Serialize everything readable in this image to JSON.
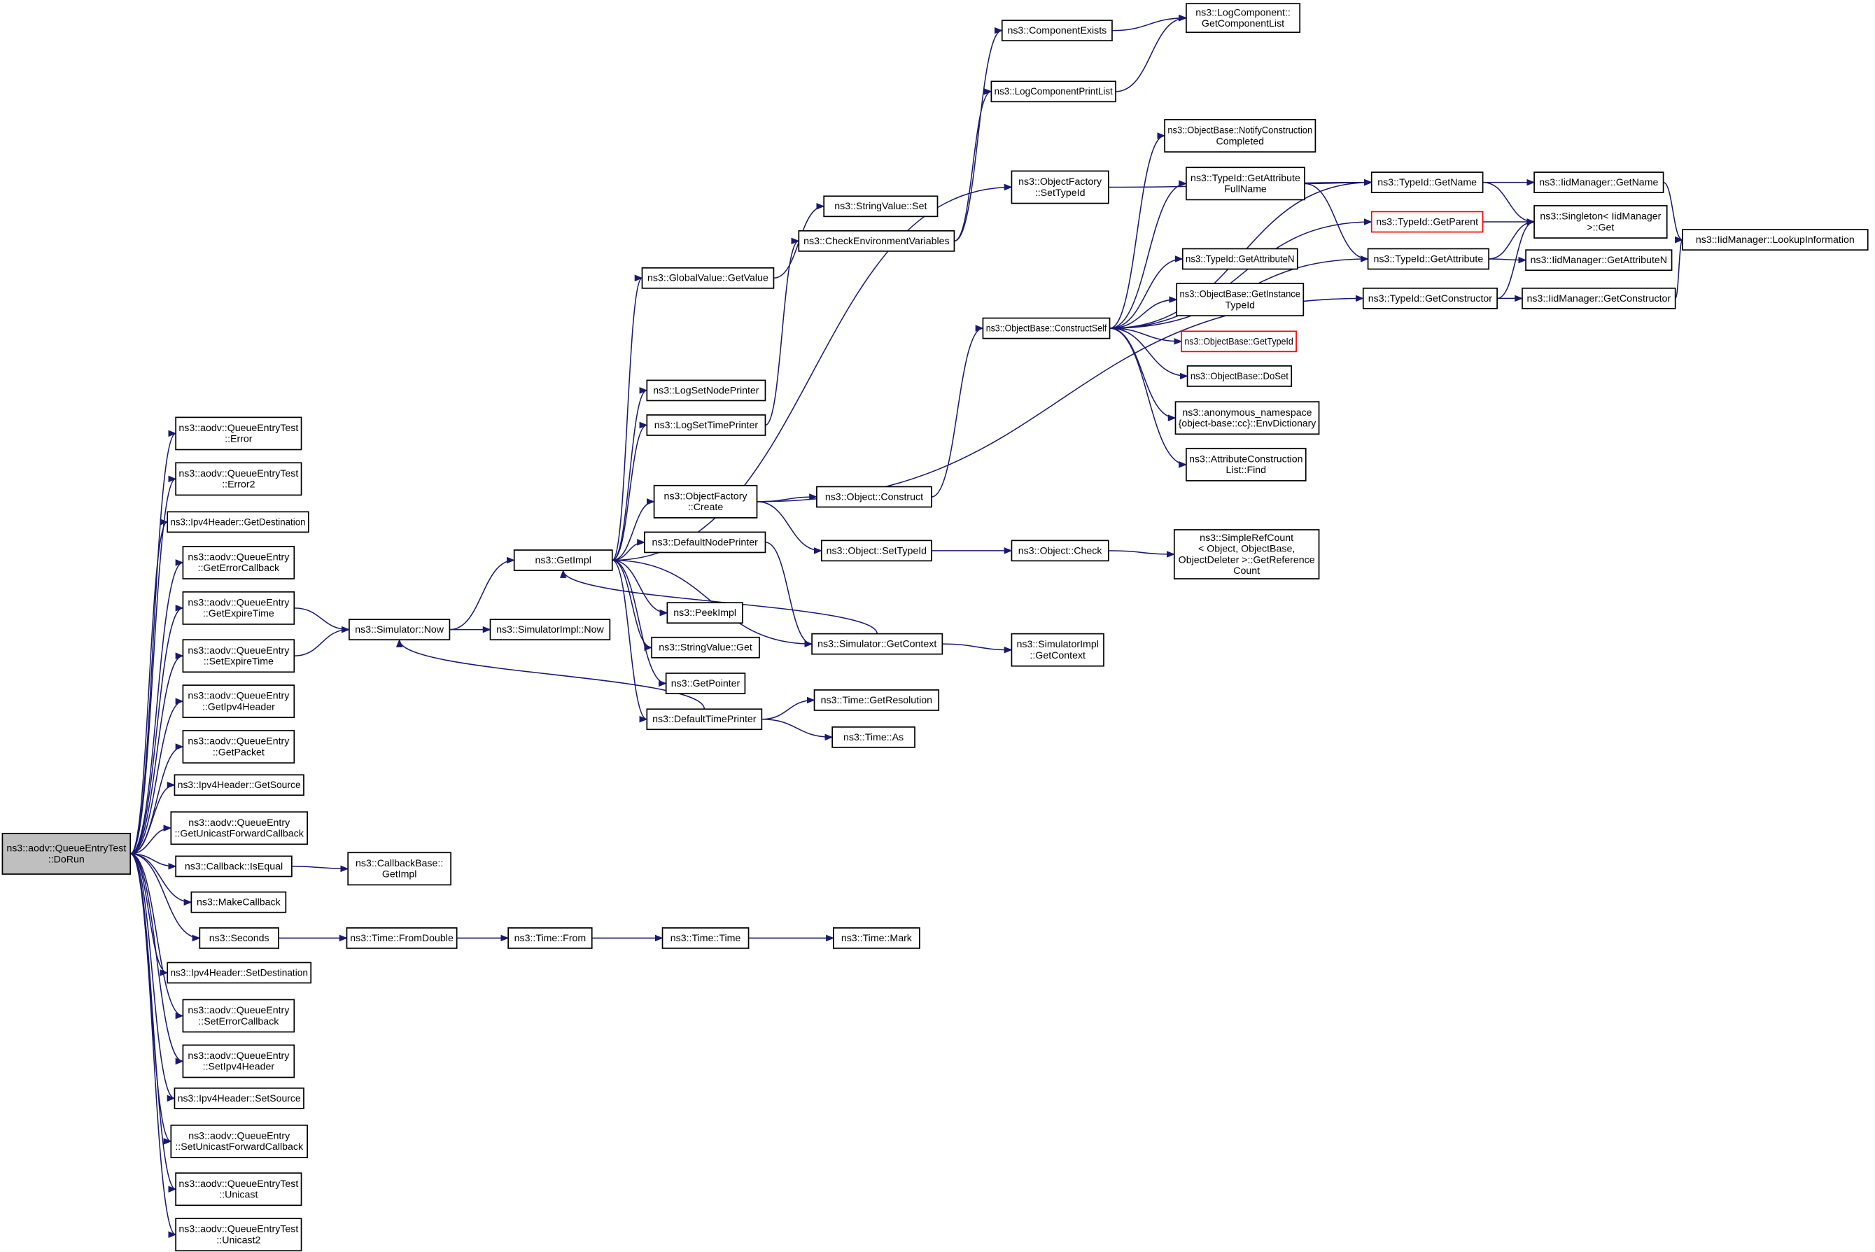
{
  "colors": {
    "edge": "#191970",
    "default_border": "#000000",
    "highlight_border": "#ff0000",
    "root_fill": "#bfbfbf",
    "node_fill": "#ffffff"
  },
  "nodes": [
    {
      "id": "dorun",
      "lines": [
        "ns3::aodv::QueueEntryTest",
        "::DoRun"
      ],
      "fill": "#bfbfbf"
    },
    {
      "id": "error",
      "lines": [
        "ns3::aodv::QueueEntryTest",
        "::Error"
      ]
    },
    {
      "id": "error2",
      "lines": [
        "ns3::aodv::QueueEntryTest",
        "::Error2"
      ]
    },
    {
      "id": "ipv4getdest",
      "lines": [
        "ns3::Ipv4Header::GetDestination"
      ]
    },
    {
      "id": "geterrcb",
      "lines": [
        "ns3::aodv::QueueEntry",
        "::GetErrorCallback"
      ]
    },
    {
      "id": "getexpire",
      "lines": [
        "ns3::aodv::QueueEntry",
        "::GetExpireTime"
      ]
    },
    {
      "id": "setexpire",
      "lines": [
        "ns3::aodv::QueueEntry",
        "::SetExpireTime"
      ]
    },
    {
      "id": "getipv4hdr",
      "lines": [
        "ns3::aodv::QueueEntry",
        "::GetIpv4Header"
      ]
    },
    {
      "id": "getpacket",
      "lines": [
        "ns3::aodv::QueueEntry",
        "::GetPacket"
      ]
    },
    {
      "id": "ipv4getsrc",
      "lines": [
        "ns3::Ipv4Header::GetSource"
      ]
    },
    {
      "id": "getucfcb",
      "lines": [
        "ns3::aodv::QueueEntry",
        "::GetUnicastForwardCallback"
      ]
    },
    {
      "id": "isequal",
      "lines": [
        "ns3::Callback::IsEqual"
      ]
    },
    {
      "id": "makecb",
      "lines": [
        "ns3::MakeCallback"
      ]
    },
    {
      "id": "seconds",
      "lines": [
        "ns3::Seconds"
      ]
    },
    {
      "id": "ipv4setdest",
      "lines": [
        "ns3::Ipv4Header::SetDestination"
      ]
    },
    {
      "id": "seterrcb",
      "lines": [
        "ns3::aodv::QueueEntry",
        "::SetErrorCallback"
      ]
    },
    {
      "id": "setipv4hdr",
      "lines": [
        "ns3::aodv::QueueEntry",
        "::SetIpv4Header"
      ]
    },
    {
      "id": "ipv4setsrc",
      "lines": [
        "ns3::Ipv4Header::SetSource"
      ]
    },
    {
      "id": "setucfcb",
      "lines": [
        "ns3::aodv::QueueEntry",
        "::SetUnicastForwardCallback"
      ]
    },
    {
      "id": "unicast",
      "lines": [
        "ns3::aodv::QueueEntryTest",
        "::Unicast"
      ]
    },
    {
      "id": "unicast2",
      "lines": [
        "ns3::aodv::QueueEntryTest",
        "::Unicast2"
      ]
    },
    {
      "id": "simnow",
      "lines": [
        "ns3::Simulator::Now"
      ]
    },
    {
      "id": "simimplnow",
      "lines": [
        "ns3::SimulatorImpl::Now"
      ]
    },
    {
      "id": "cbbaseimpl",
      "lines": [
        "ns3::CallbackBase::",
        "GetImpl"
      ]
    },
    {
      "id": "fromdouble",
      "lines": [
        "ns3::Time::FromDouble"
      ]
    },
    {
      "id": "timefrom",
      "lines": [
        "ns3::Time::From"
      ]
    },
    {
      "id": "timetime",
      "lines": [
        "ns3::Time::Time"
      ]
    },
    {
      "id": "timemark",
      "lines": [
        "ns3::Time::Mark"
      ]
    },
    {
      "id": "getimpl",
      "lines": [
        "ns3::GetImpl"
      ]
    },
    {
      "id": "gvgetvalue",
      "lines": [
        "ns3::GlobalValue::GetValue"
      ]
    },
    {
      "id": "lognodeprinter",
      "lines": [
        "ns3::LogSetNodePrinter"
      ]
    },
    {
      "id": "logtimeprinter",
      "lines": [
        "ns3::LogSetTimePrinter"
      ]
    },
    {
      "id": "ofcreate",
      "lines": [
        "ns3::ObjectFactory",
        "::Create"
      ]
    },
    {
      "id": "defnodeprinter",
      "lines": [
        "ns3::DefaultNodePrinter"
      ]
    },
    {
      "id": "peekimpl",
      "lines": [
        "ns3::PeekImpl"
      ]
    },
    {
      "id": "svget",
      "lines": [
        "ns3::StringValue::Get"
      ]
    },
    {
      "id": "getpointer",
      "lines": [
        "ns3::GetPointer"
      ]
    },
    {
      "id": "deftimeprinter",
      "lines": [
        "ns3::DefaultTimePrinter"
      ]
    },
    {
      "id": "svset",
      "lines": [
        "ns3::StringValue::Set"
      ]
    },
    {
      "id": "checkenv",
      "lines": [
        "ns3::CheckEnvironmentVariables"
      ]
    },
    {
      "id": "objconstruct",
      "lines": [
        "ns3::Object::Construct"
      ]
    },
    {
      "id": "objsettypeid",
      "lines": [
        "ns3::Object::SetTypeId"
      ]
    },
    {
      "id": "simgetctx",
      "lines": [
        "ns3::Simulator::GetContext"
      ]
    },
    {
      "id": "timegetres",
      "lines": [
        "ns3::Time::GetResolution"
      ]
    },
    {
      "id": "timeas",
      "lines": [
        "ns3::Time::As"
      ]
    },
    {
      "id": "compexists",
      "lines": [
        "ns3::ComponentExists"
      ]
    },
    {
      "id": "logcompprint",
      "lines": [
        "ns3::LogComponentPrintList"
      ]
    },
    {
      "id": "ofsettypeid",
      "lines": [
        "ns3::ObjectFactory",
        "::SetTypeId"
      ]
    },
    {
      "id": "constructself",
      "lines": [
        "ns3::ObjectBase::ConstructSelf"
      ]
    },
    {
      "id": "objcheck",
      "lines": [
        "ns3::Object::Check"
      ]
    },
    {
      "id": "simplerefcount",
      "lines": [
        "ns3::SimpleRefCount",
        "< Object, ObjectBase,",
        "ObjectDeleter >::GetReference",
        "Count"
      ]
    },
    {
      "id": "simimplgetctx",
      "lines": [
        "ns3::SimulatorImpl",
        "::GetContext"
      ]
    },
    {
      "id": "getcomplist",
      "lines": [
        "ns3::LogComponent::",
        "GetComponentList"
      ]
    },
    {
      "id": "notifycc",
      "lines": [
        "ns3::ObjectBase::NotifyConstruction",
        "Completed"
      ]
    },
    {
      "id": "getattrfullname",
      "lines": [
        "ns3::TypeId::GetAttribute",
        "FullName"
      ]
    },
    {
      "id": "tidgetattrn",
      "lines": [
        "ns3::TypeId::GetAttributeN"
      ]
    },
    {
      "id": "getinstancetid",
      "lines": [
        "ns3::ObjectBase::GetInstance",
        "TypeId"
      ]
    },
    {
      "id": "obgettypeid",
      "lines": [
        "ns3::ObjectBase::GetTypeId"
      ],
      "border": "#ff0000"
    },
    {
      "id": "obdoset",
      "lines": [
        "ns3::ObjectBase::DoSet"
      ]
    },
    {
      "id": "envdict",
      "lines": [
        "ns3::anonymous_namespace",
        "{object-base::cc}::EnvDictionary"
      ]
    },
    {
      "id": "acfind",
      "lines": [
        "ns3::AttributeConstruction",
        "List::Find"
      ]
    },
    {
      "id": "tidgetname",
      "lines": [
        "ns3::TypeId::GetName"
      ]
    },
    {
      "id": "tidgetparent",
      "lines": [
        "ns3::TypeId::GetParent"
      ],
      "border": "#ff0000"
    },
    {
      "id": "tidgetattr",
      "lines": [
        "ns3::TypeId::GetAttribute"
      ]
    },
    {
      "id": "tidgetctor",
      "lines": [
        "ns3::TypeId::GetConstructor"
      ]
    },
    {
      "id": "iidgetname",
      "lines": [
        "ns3::IidManager::GetName"
      ]
    },
    {
      "id": "singletonget",
      "lines": [
        "ns3::Singleton< IidManager",
        ">::Get"
      ]
    },
    {
      "id": "iidgetattrn",
      "lines": [
        "ns3::IidManager::GetAttributeN"
      ]
    },
    {
      "id": "iidgetctor",
      "lines": [
        "ns3::IidManager::GetConstructor"
      ]
    },
    {
      "id": "lookupinfo",
      "lines": [
        "ns3::IidManager::LookupInformation"
      ]
    }
  ],
  "edges": [
    [
      "dorun",
      "error"
    ],
    [
      "dorun",
      "error2"
    ],
    [
      "dorun",
      "ipv4getdest"
    ],
    [
      "dorun",
      "geterrcb"
    ],
    [
      "dorun",
      "getexpire"
    ],
    [
      "dorun",
      "setexpire"
    ],
    [
      "dorun",
      "getipv4hdr"
    ],
    [
      "dorun",
      "getpacket"
    ],
    [
      "dorun",
      "ipv4getsrc"
    ],
    [
      "dorun",
      "getucfcb"
    ],
    [
      "dorun",
      "isequal"
    ],
    [
      "dorun",
      "makecb"
    ],
    [
      "dorun",
      "seconds"
    ],
    [
      "dorun",
      "ipv4setdest"
    ],
    [
      "dorun",
      "seterrcb"
    ],
    [
      "dorun",
      "setipv4hdr"
    ],
    [
      "dorun",
      "ipv4setsrc"
    ],
    [
      "dorun",
      "setucfcb"
    ],
    [
      "dorun",
      "unicast"
    ],
    [
      "dorun",
      "unicast2"
    ],
    [
      "getexpire",
      "simnow"
    ],
    [
      "setexpire",
      "simnow"
    ],
    [
      "isequal",
      "cbbaseimpl"
    ],
    [
      "seconds",
      "fromdouble"
    ],
    [
      "fromdouble",
      "timefrom"
    ],
    [
      "timefrom",
      "timetime"
    ],
    [
      "timetime",
      "timemark"
    ],
    [
      "simnow",
      "getimpl"
    ],
    [
      "simnow",
      "simimplnow"
    ],
    [
      "getimpl",
      "gvgetvalue"
    ],
    [
      "getimpl",
      "lognodeprinter"
    ],
    [
      "getimpl",
      "logtimeprinter"
    ],
    [
      "getimpl",
      "ofcreate"
    ],
    [
      "getimpl",
      "defnodeprinter"
    ],
    [
      "getimpl",
      "peekimpl"
    ],
    [
      "getimpl",
      "svget"
    ],
    [
      "getimpl",
      "getpointer"
    ],
    [
      "getimpl",
      "deftimeprinter"
    ],
    [
      "getimpl",
      "ofsettypeid"
    ],
    [
      "getimpl",
      "simgetctx"
    ],
    [
      "gvgetvalue",
      "svset"
    ],
    [
      "logtimeprinter",
      "checkenv"
    ],
    [
      "checkenv",
      "compexists"
    ],
    [
      "checkenv",
      "logcompprint"
    ],
    [
      "compexists",
      "getcomplist"
    ],
    [
      "logcompprint",
      "getcomplist"
    ],
    [
      "ofsettypeid",
      "tidgetname"
    ],
    [
      "ofcreate",
      "objconstruct"
    ],
    [
      "ofcreate",
      "objsettypeid"
    ],
    [
      "ofcreate",
      "tidgetctor"
    ],
    [
      "defnodeprinter",
      "simgetctx"
    ],
    [
      "simgetctx",
      "getimpl"
    ],
    [
      "simgetctx",
      "simimplgetctx"
    ],
    [
      "deftimeprinter",
      "simnow"
    ],
    [
      "deftimeprinter",
      "timegetres"
    ],
    [
      "deftimeprinter",
      "timeas"
    ],
    [
      "objconstruct",
      "constructself"
    ],
    [
      "objsettypeid",
      "objcheck"
    ],
    [
      "objcheck",
      "simplerefcount"
    ],
    [
      "constructself",
      "notifycc"
    ],
    [
      "constructself",
      "getattrfullname"
    ],
    [
      "constructself",
      "tidgetname"
    ],
    [
      "constructself",
      "tidgetparent"
    ],
    [
      "constructself",
      "tidgetattrn"
    ],
    [
      "constructself",
      "getinstancetid"
    ],
    [
      "constructself",
      "obgettypeid"
    ],
    [
      "constructself",
      "obdoset"
    ],
    [
      "constructself",
      "envdict"
    ],
    [
      "constructself",
      "acfind"
    ],
    [
      "constructself",
      "tidgetattr"
    ],
    [
      "getattrfullname",
      "tidgetname"
    ],
    [
      "getattrfullname",
      "tidgetattr"
    ],
    [
      "tidgetname",
      "iidgetname"
    ],
    [
      "tidgetname",
      "singletonget"
    ],
    [
      "tidgetparent",
      "singletonget"
    ],
    [
      "tidgetattr",
      "singletonget"
    ],
    [
      "tidgetattr",
      "iidgetattrn"
    ],
    [
      "tidgetctor",
      "singletonget"
    ],
    [
      "tidgetctor",
      "iidgetctor"
    ],
    [
      "iidgetname",
      "lookupinfo"
    ],
    [
      "iidgetctor",
      "lookupinfo"
    ]
  ]
}
